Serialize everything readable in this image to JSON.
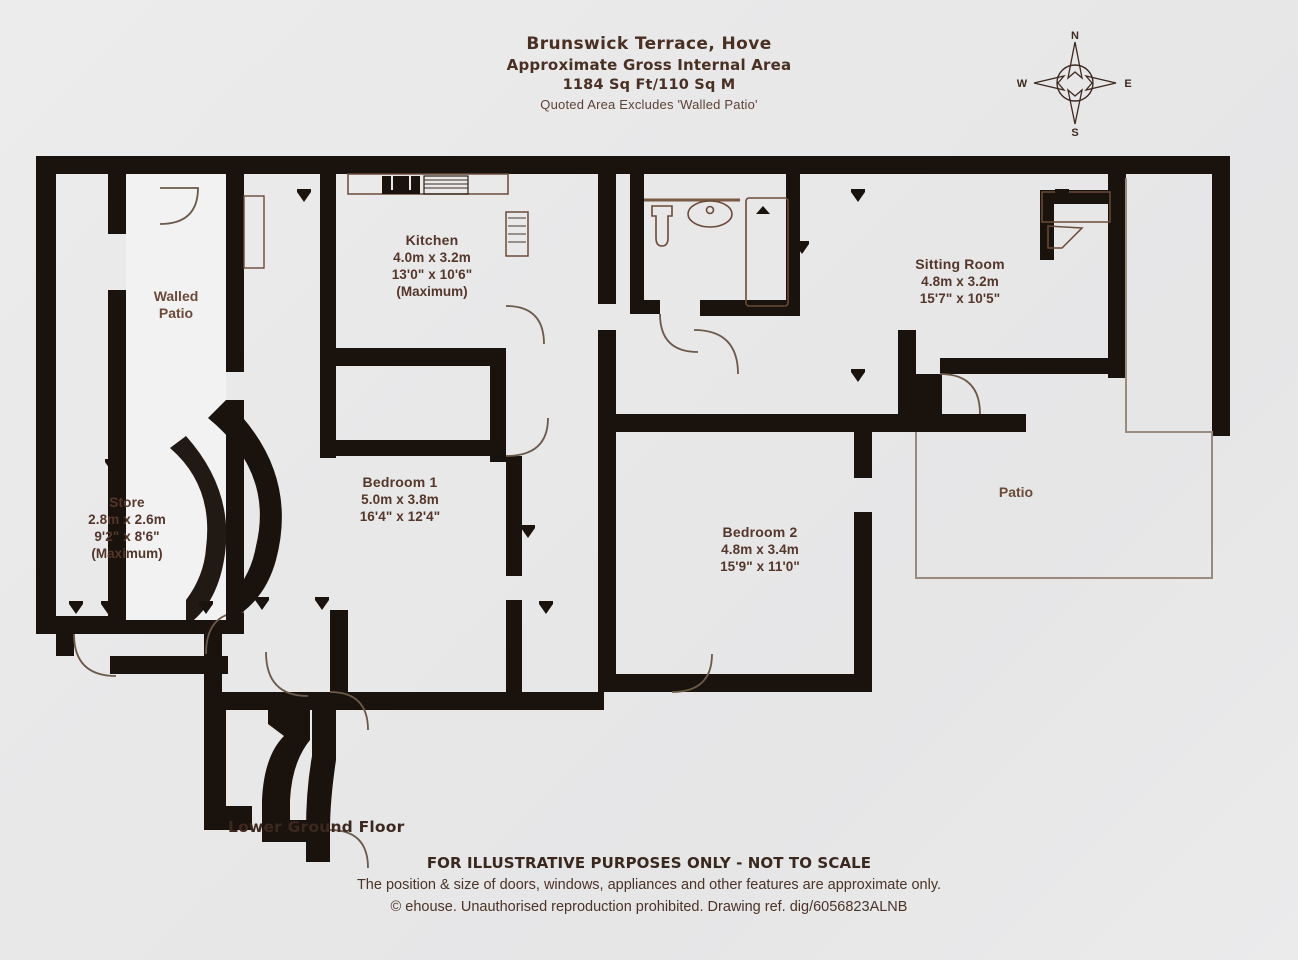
{
  "header": {
    "title": "Brunswick Terrace, Hove",
    "subtitle": "Approximate Gross Internal Area",
    "area": "1184 Sq Ft/110 Sq M",
    "note": "Quoted Area Excludes 'Walled Patio'"
  },
  "compass": {
    "north": "N",
    "south": "S",
    "east": "E",
    "west": "W"
  },
  "rooms": [
    {
      "key": "kitchen",
      "name": "Kitchen",
      "dim_metric": "4.0m x 3.2m",
      "dim_imperial": "13'0\" x 10'6\"",
      "note": "(Maximum)"
    },
    {
      "key": "sitting_room",
      "name": "Sitting Room",
      "dim_metric": "4.8m x 3.2m",
      "dim_imperial": "15'7\" x 10'5\"",
      "note": ""
    },
    {
      "key": "bedroom_1",
      "name": "Bedroom 1",
      "dim_metric": "5.0m x 3.8m",
      "dim_imperial": "16'4\" x 12'4\"",
      "note": ""
    },
    {
      "key": "bedroom_2",
      "name": "Bedroom 2",
      "dim_metric": "4.8m x 3.4m",
      "dim_imperial": "15'9\" x 11'0\"",
      "note": ""
    },
    {
      "key": "store",
      "name": "Store",
      "dim_metric": "2.8m x 2.6m",
      "dim_imperial": "9'2\" x 8'6\"",
      "note": "(Maximum)"
    }
  ],
  "outdoor": {
    "walled_patio_line1": "Walled",
    "walled_patio_line2": "Patio",
    "patio": "Patio"
  },
  "floor": {
    "title": "Lower Ground Floor"
  },
  "footer": {
    "line1": "FOR ILLUSTRATIVE PURPOSES ONLY - NOT TO SCALE",
    "line2": "The position & size of doors, windows, appliances and other features are approximate only.",
    "line3": "© ehouse. Unauthorised reproduction prohibited. Drawing ref. dig/6056823ALNB"
  },
  "colors": {
    "wall": "#1a120c",
    "paper": "#eaeaeb",
    "text": "#55362a",
    "title": "#4a2f23"
  }
}
